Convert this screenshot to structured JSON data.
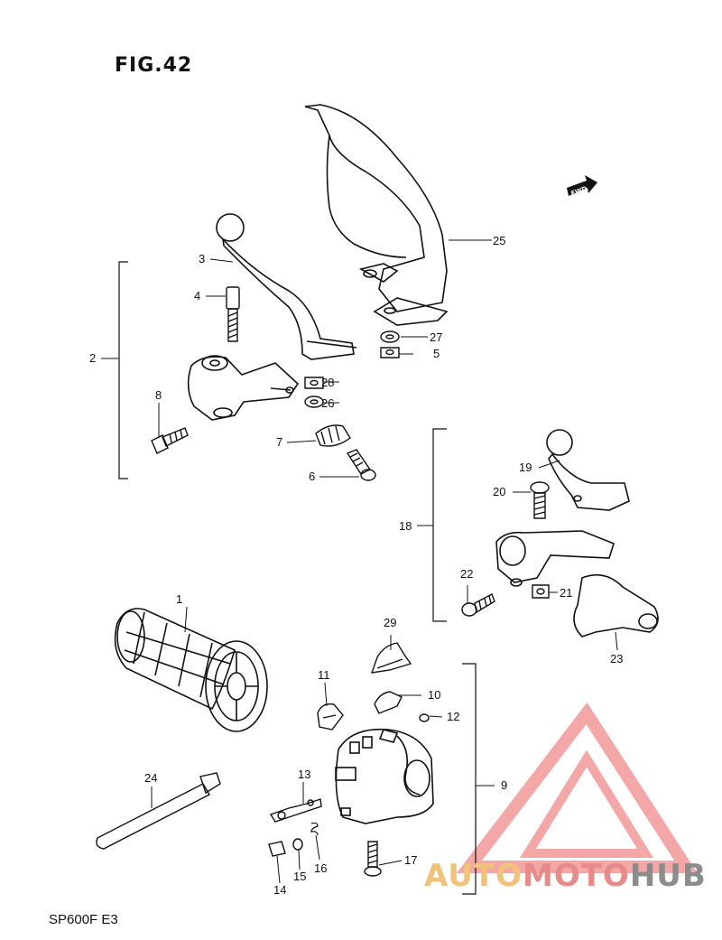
{
  "figure_title": "FIG.42",
  "model_code": "SP600F  E3",
  "fwd_badge": "FWD",
  "callouts": [
    "1",
    "2",
    "3",
    "4",
    "5",
    "6",
    "7",
    "8",
    "9",
    "10",
    "11",
    "12",
    "13",
    "14",
    "15",
    "16",
    "17",
    "18",
    "19",
    "20",
    "21",
    "22",
    "23",
    "24",
    "25",
    "26",
    "27",
    "28",
    "29"
  ],
  "watermark": {
    "part1": "AUTO",
    "part2": "MOTO",
    "part3": "HUB",
    "colors": {
      "auto": "#f2c27a",
      "moto": "#e78a8a",
      "hub": "#8c8c8c",
      "triangle": "#f08a8a"
    }
  }
}
